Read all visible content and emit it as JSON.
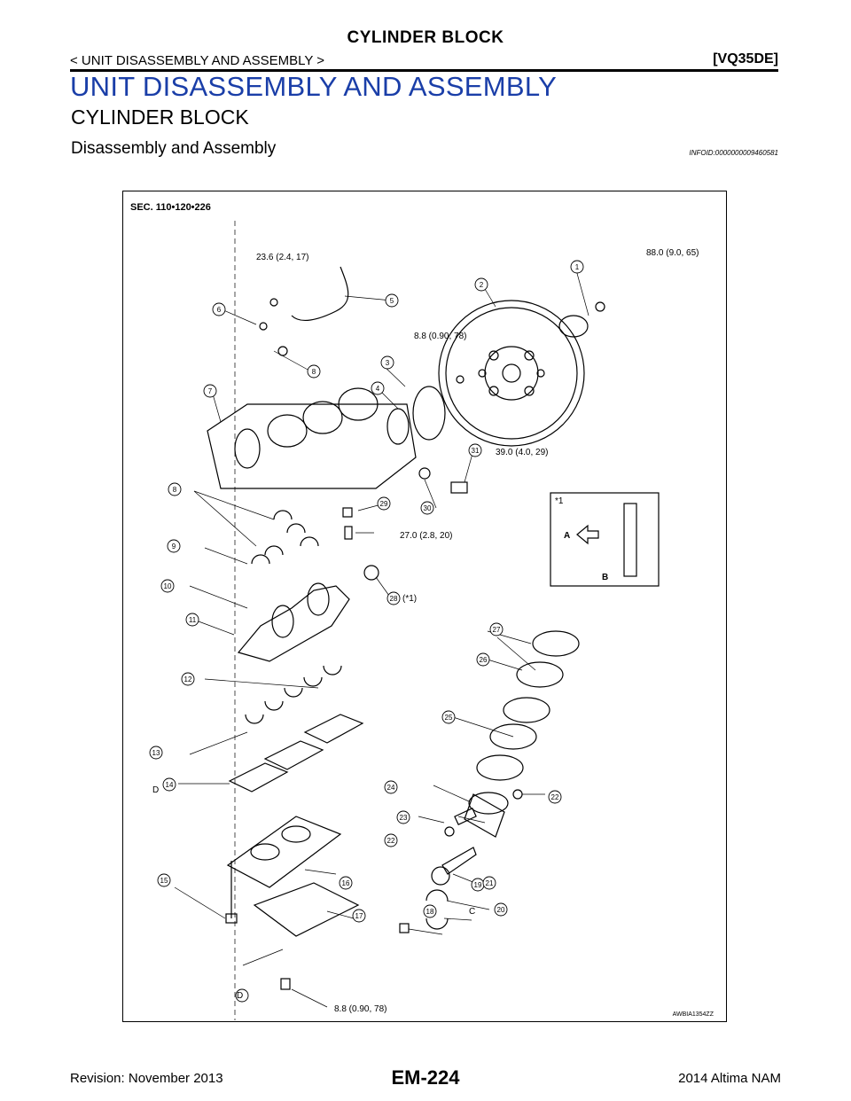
{
  "header": {
    "title": "CYLINDER BLOCK",
    "breadcrumb": "< UNIT DISASSEMBLY AND ASSEMBLY >",
    "engine": "[VQ35DE]"
  },
  "section": "UNIT DISASSEMBLY AND ASSEMBLY",
  "subsection": "CYLINDER BLOCK",
  "topic": "Disassembly and Assembly",
  "info_id": "INFOID:0000000009460581",
  "figure": {
    "sec_label": "SEC. 110•120•226",
    "code": "AWBIA1354ZZ",
    "torques": {
      "t1": "88.0 (9.0, 65)",
      "t6": "23.6 (2.4, 17)",
      "t3": "8.8 (0.90, 78)",
      "t31": "39.0 (4.0, 29)",
      "t29": "27.0 (2.8, 20)",
      "t17": "8.8 (0.90, 78)"
    },
    "note28": "(*1)",
    "inset": {
      "label": "*1",
      "a": "A",
      "b": "B"
    },
    "letter_d": "D",
    "letter_c": "C",
    "callouts": [
      "1",
      "2",
      "3",
      "4",
      "5",
      "6",
      "7",
      "8",
      "9",
      "10",
      "11",
      "12",
      "13",
      "14",
      "15",
      "16",
      "17",
      "18",
      "19",
      "20",
      "21",
      "22",
      "23",
      "24",
      "25",
      "26",
      "27",
      "28",
      "29",
      "30",
      "31"
    ]
  },
  "footer": {
    "revision": "Revision: November 2013",
    "page": "EM-224",
    "model": "2014 Altima NAM"
  }
}
